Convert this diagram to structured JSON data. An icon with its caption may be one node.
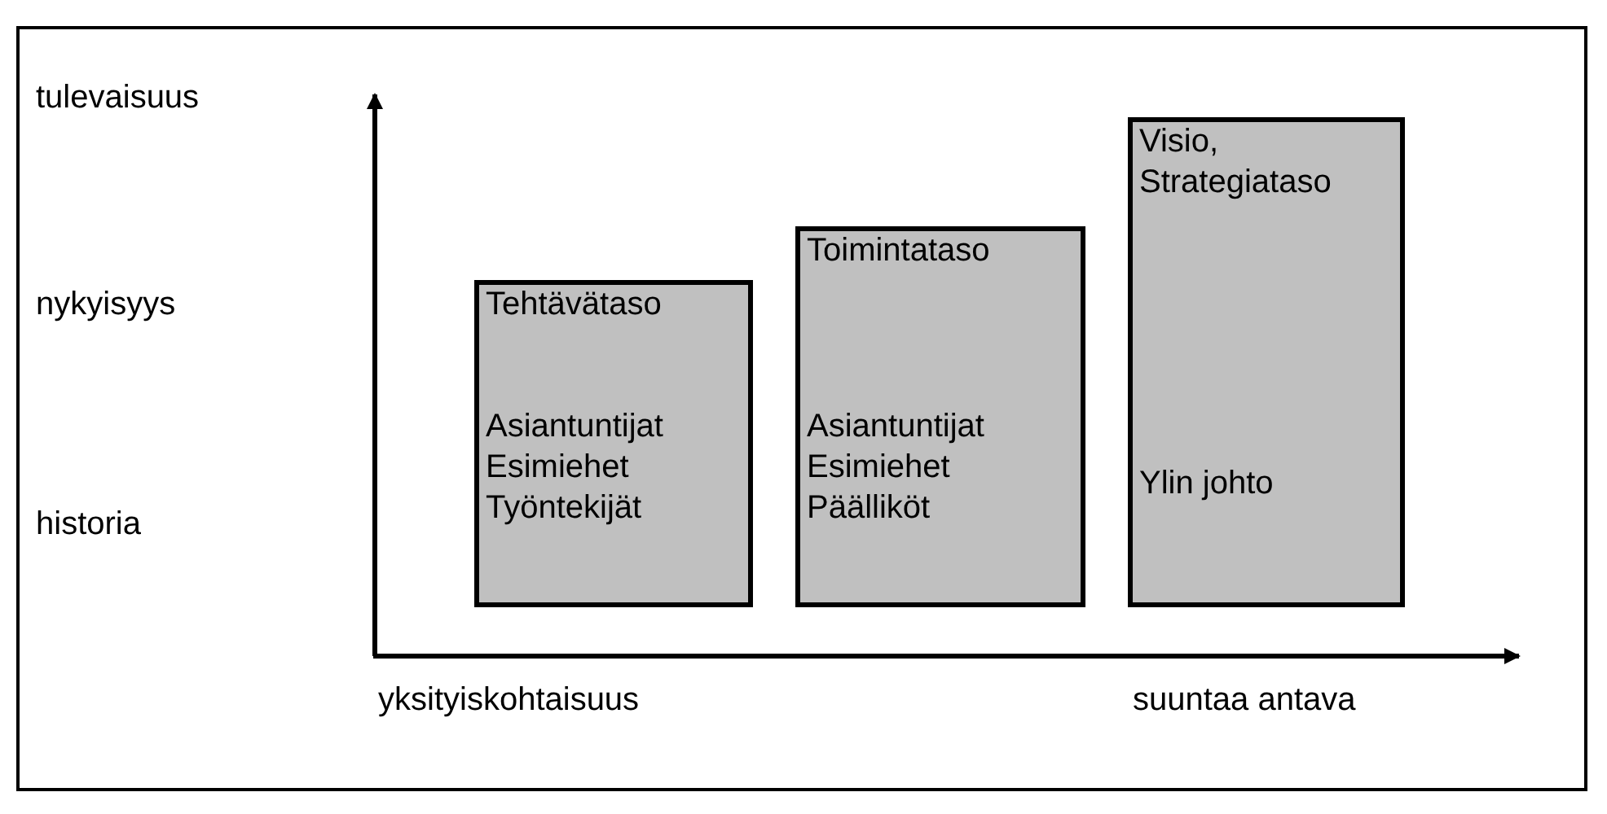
{
  "diagram": {
    "nodes": [
      {
        "text": [
          "Tehtävätaso",
          "Asiantuntijat Esimiehet Työntekijät"
        ]
      },
      {
        "text": [
          "Toimintataso",
          "Asiantuntijat Esimiehet Päälliköt"
        ]
      },
      {
        "text": [
          "Visio, Strategiataso",
          "Ylin johto"
        ]
      }
    ],
    "edges": [],
    "labels": [
      "tulevaisuus",
      "nykyisyys",
      "historia",
      "yksityiskohtaisuus",
      "suuntaa antava"
    ]
  }
}
